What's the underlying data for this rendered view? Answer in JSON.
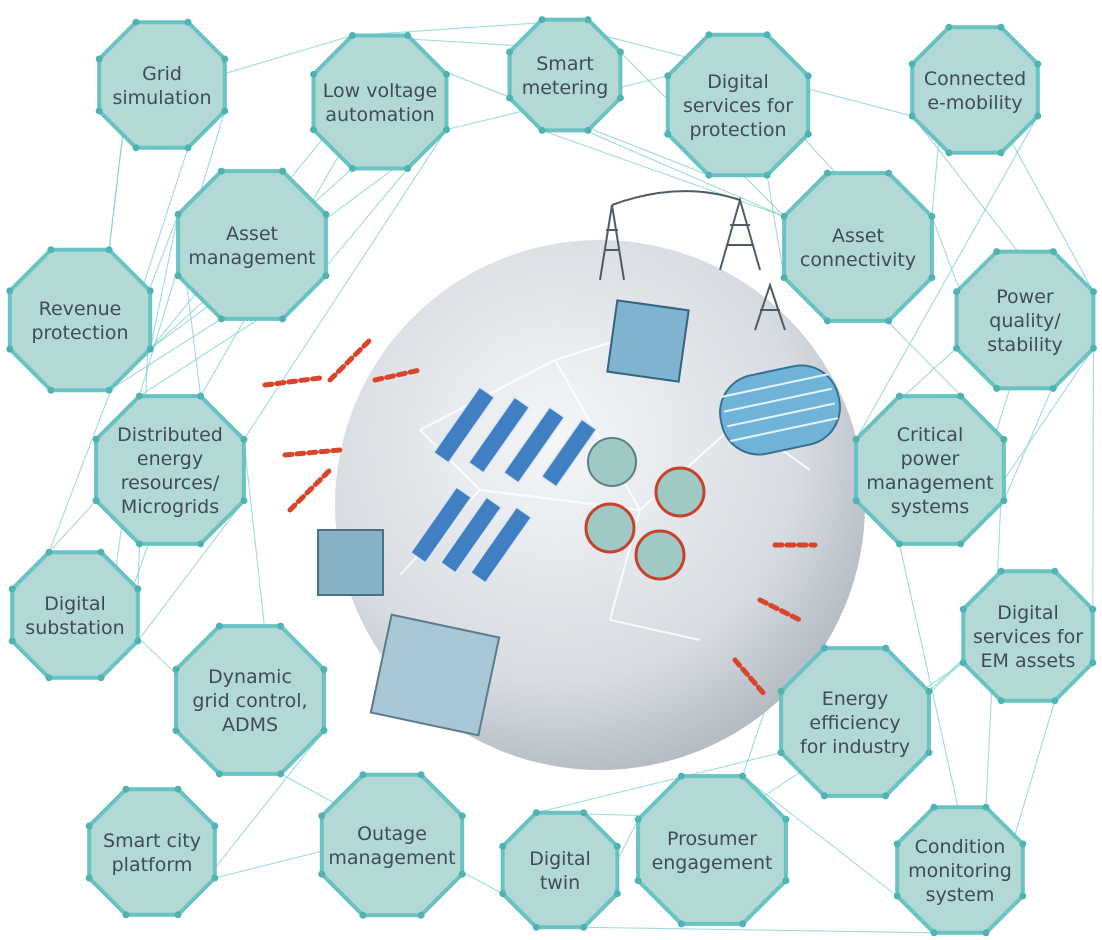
{
  "nodes": [
    {
      "id": "grid-simulation",
      "lines": [
        "Grid",
        "simulation"
      ]
    },
    {
      "id": "low-voltage-automation",
      "lines": [
        "Low voltage",
        "automation"
      ]
    },
    {
      "id": "smart-metering",
      "lines": [
        "Smart",
        "metering"
      ]
    },
    {
      "id": "digital-services-protection",
      "lines": [
        "Digital",
        "services for",
        "protection"
      ]
    },
    {
      "id": "connected-e-mobility",
      "lines": [
        "Connected",
        "e-mobility"
      ]
    },
    {
      "id": "asset-management",
      "lines": [
        "Asset",
        "management"
      ]
    },
    {
      "id": "asset-connectivity",
      "lines": [
        "Asset",
        "connectivity"
      ]
    },
    {
      "id": "revenue-protection",
      "lines": [
        "Revenue",
        "protection"
      ]
    },
    {
      "id": "power-quality-stability",
      "lines": [
        "Power",
        "quality/",
        "stability"
      ]
    },
    {
      "id": "distributed-energy-resources",
      "lines": [
        "Distributed",
        "energy",
        "resources/",
        "Microgrids"
      ]
    },
    {
      "id": "critical-power-management",
      "lines": [
        "Critical",
        "power",
        "management",
        "systems"
      ]
    },
    {
      "id": "digital-substation",
      "lines": [
        "Digital",
        "substation"
      ]
    },
    {
      "id": "digital-services-em-assets",
      "lines": [
        "Digital",
        "services for",
        "EM assets"
      ]
    },
    {
      "id": "dynamic-grid-control",
      "lines": [
        "Dynamic",
        "grid control,",
        "ADMS"
      ]
    },
    {
      "id": "energy-efficiency-industry",
      "lines": [
        "Energy",
        "efficiency",
        "for industry"
      ]
    },
    {
      "id": "smart-city-platform",
      "lines": [
        "Smart city",
        "platform"
      ]
    },
    {
      "id": "outage-management",
      "lines": [
        "Outage",
        "management"
      ]
    },
    {
      "id": "digital-twin",
      "lines": [
        "Digital",
        "twin"
      ]
    },
    {
      "id": "prosumer-engagement",
      "lines": [
        "Prosumer",
        "engagement"
      ]
    },
    {
      "id": "condition-monitoring",
      "lines": [
        "Condition",
        "monitoring",
        "system"
      ]
    }
  ],
  "colors": {
    "octagon_fill": "#b3d9d6",
    "octagon_border": "#69c3c2",
    "network_line": "#7fd0cf",
    "label_text": "#3f4b57",
    "sphere": "#dfe3e8",
    "accent_red": "#d9442b",
    "solar_blue": "#3f7fc2"
  }
}
